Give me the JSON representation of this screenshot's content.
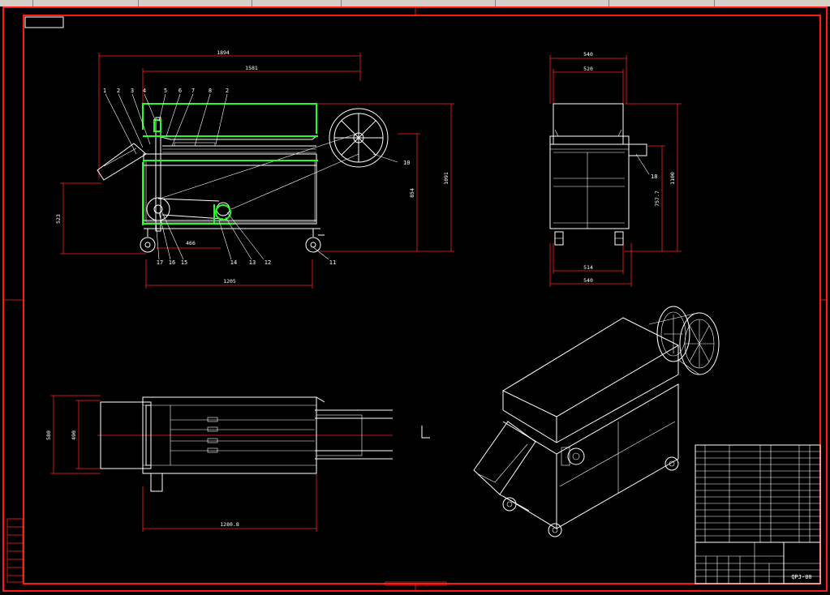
{
  "colors": {
    "background": "#000000",
    "frame": "#ff1a1a",
    "dimension_lines": "#ff2020",
    "geometry": "#ffffff",
    "highlight": "#22ff22"
  },
  "front_view": {
    "dimensions": {
      "overall_length": "1894",
      "frame_length": "1581",
      "overall_height": "1091",
      "table_height": "854",
      "discharge_height": "523",
      "wheelbase": "1205",
      "pulley_center": "466"
    },
    "callouts": [
      "1",
      "2",
      "3",
      "4",
      "5",
      "6",
      "7",
      "8",
      "2",
      "10",
      "11",
      "12",
      "13",
      "14",
      "15",
      "16",
      "17"
    ]
  },
  "side_view": {
    "dimensions": {
      "top_width": "540",
      "inner_width": "520",
      "bottom_inner": "514",
      "bottom_width": "540",
      "height": "1100",
      "mid_height": "757.7"
    },
    "callouts": [
      "18"
    ]
  },
  "top_view": {
    "dimensions": {
      "width": "580",
      "inner": "490",
      "length": "1280.8"
    }
  },
  "title_block": {
    "drawing_number": "QPJ-00"
  }
}
